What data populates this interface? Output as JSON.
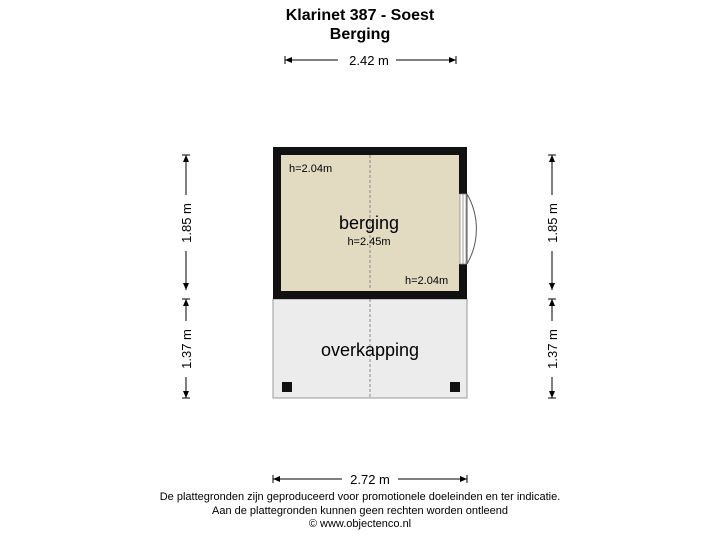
{
  "header": {
    "title": "Klarinet 387 - Soest",
    "subtitle": "Berging"
  },
  "dimensions": {
    "top": "2.42 m",
    "bottom": "2.72 m",
    "left_upper": "1.85 m",
    "left_lower": "1.37 m",
    "right_upper": "1.85 m",
    "right_lower": "1.37 m"
  },
  "rooms": {
    "berging": {
      "name": "berging",
      "height": "h=2.45m"
    },
    "overkapping": {
      "name": "overkapping"
    }
  },
  "ceiling_heights": {
    "top_left": "h=2.04m",
    "bottom_right": "h=2.04m"
  },
  "footer": {
    "line1": "De plattegronden zijn geproduceerd voor promotionele doeleinden en ter indicatie.",
    "line2": "Aan de plattegronden kunnen geen rechten worden ontleend",
    "line3": "© www.objectenco.nl"
  },
  "colors": {
    "berging_fill": "#e3dac2",
    "overkapping_fill": "#ececec",
    "wall": "#111111"
  }
}
